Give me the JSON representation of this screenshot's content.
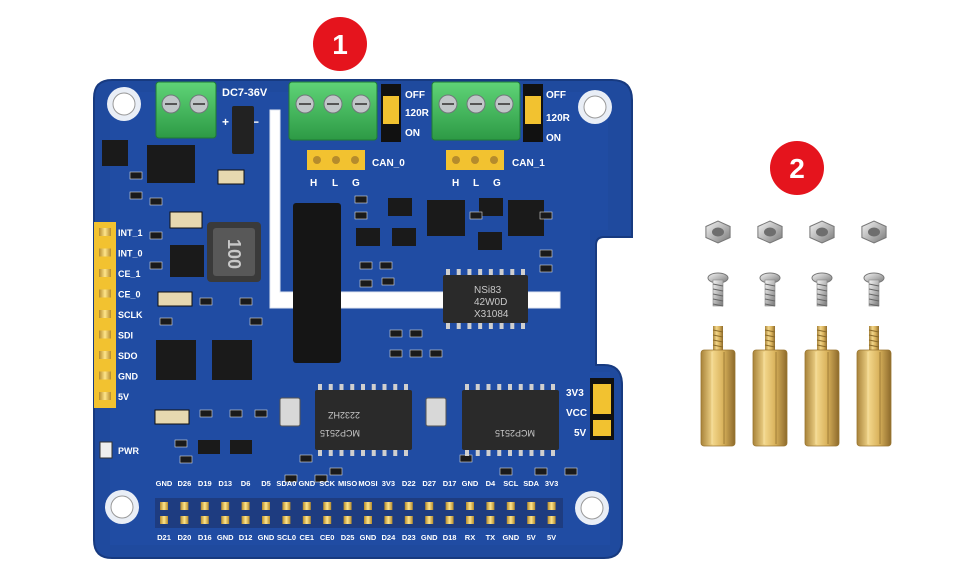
{
  "badges": [
    "1",
    "2"
  ],
  "board": {
    "power_label": "DC7-36V",
    "jumper_labels": [
      "OFF",
      "120R",
      "ON"
    ],
    "can_labels": [
      "CAN_0",
      "CAN_1"
    ],
    "hlg": [
      "H",
      "L",
      "G"
    ],
    "left_header": [
      "INT_1",
      "INT_0",
      "CE_1",
      "CE_0",
      "SCLK",
      "SDI",
      "SDO",
      "GND",
      "5V"
    ],
    "voltage_labels": [
      "3V3",
      "VCC",
      "5V"
    ],
    "pwr_label": "PWR",
    "inductor_label": "100",
    "top_row_pins": [
      "GND",
      "D26",
      "D19",
      "D13",
      "D6",
      "D5",
      "SDA0",
      "GND",
      "SCK",
      "MISO",
      "MOSI",
      "3V3",
      "D22",
      "D27",
      "D17",
      "GND",
      "D4",
      "SCL",
      "SDA",
      "3V3"
    ],
    "bottom_row_pins": [
      "D21",
      "D20",
      "D16",
      "GND",
      "D12",
      "GND",
      "SCL0",
      "CE1",
      "CE0",
      "D25",
      "GND",
      "D24",
      "D23",
      "GND",
      "D18",
      "RX",
      "TX",
      "GND",
      "5V",
      "5V"
    ],
    "chip_iso": [
      "NSi83",
      "42W0D",
      "X31084"
    ],
    "chip_mcp_left": [
      "MCP2515",
      "2232HZ"
    ],
    "chip_mcp_right": [
      "MCP2515"
    ]
  },
  "colors": {
    "pcb": "#1f4a9e",
    "badge": "#e5141d",
    "terminal": "#3fbf5a",
    "brass": "#d6b25a"
  }
}
